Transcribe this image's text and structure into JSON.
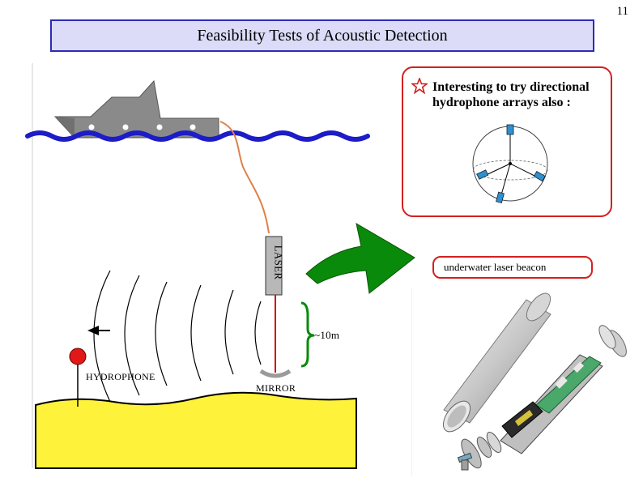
{
  "page_number": "11",
  "title": "Feasibility Tests of Acoustic Detection",
  "callout": {
    "text": "Interesting to try directional hydrophone arrays also :"
  },
  "beacon_label": "underwater laser beacon",
  "diagram": {
    "laser_label": "LASER",
    "hydrophone_label": "HYDROPHONE",
    "mirror_label": "MIRROR",
    "distance_label": "~10m"
  },
  "colors": {
    "title_border": "#2b2bb8",
    "title_fill": "#dcdcf8",
    "callout_border": "#d42020",
    "ship": "#8a8a8a",
    "water": "#1c1cc8",
    "seabed": "#fff23a",
    "cable": "#e0804a",
    "arrow": "#0a8a0a",
    "laser_beam": "#d01010",
    "buoy": "#e01818"
  }
}
